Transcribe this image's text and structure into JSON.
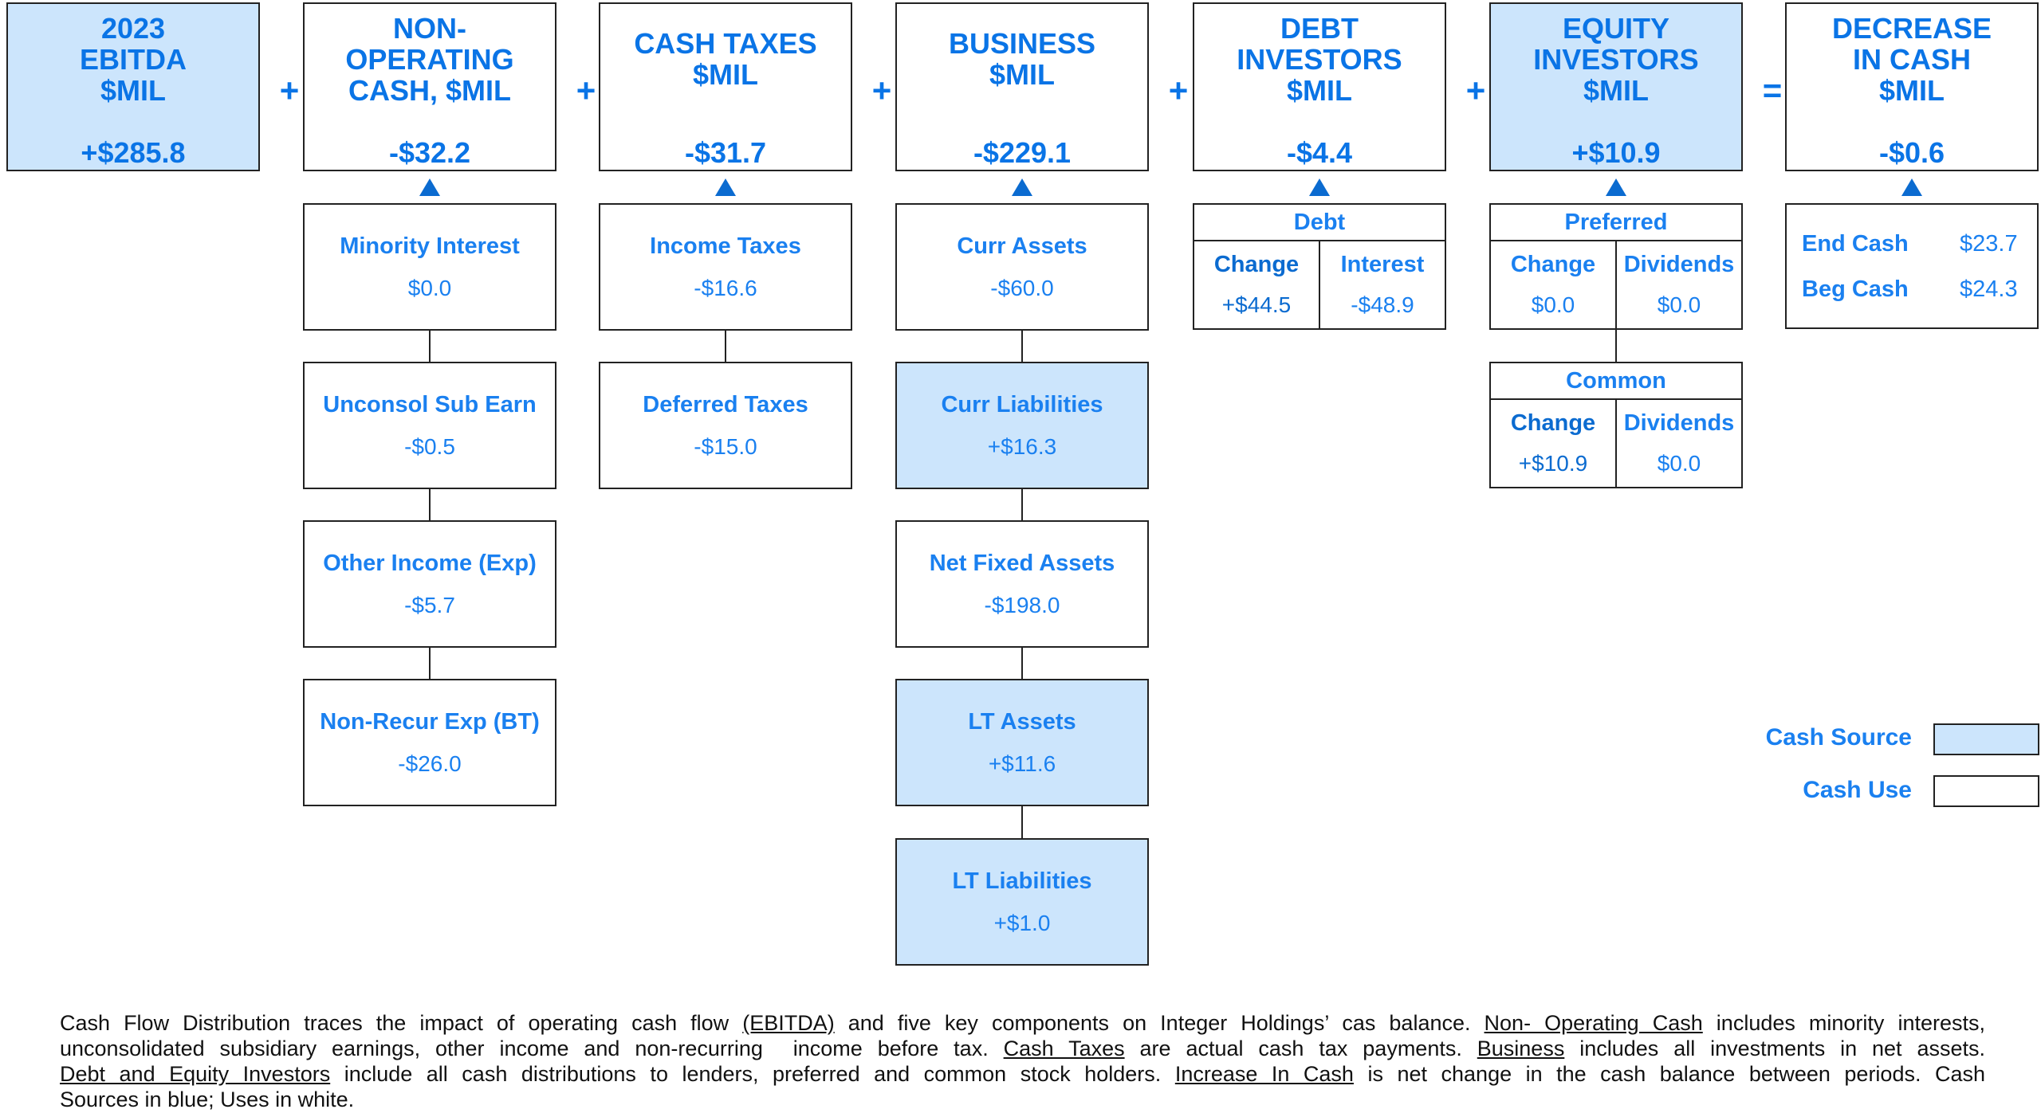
{
  "colors": {
    "source_fill": "#cce5fc",
    "text_blue": "#1a80f0",
    "heading_blue": "#0a74e6",
    "arrow": "#0b6bd0"
  },
  "top": [
    {
      "title": "2023\nEBITDA\n$MIL",
      "value": "+$285.8",
      "source": true
    },
    {
      "title": "NON-\nOPERATING\nCASH, $MIL",
      "value": "-$32.2",
      "source": false
    },
    {
      "title": "CASH TAXES\n$MIL",
      "value": "-$31.7",
      "source": false
    },
    {
      "title": "BUSINESS\n$MIL",
      "value": "-$229.1",
      "source": false
    },
    {
      "title": "DEBT\nINVESTORS\n$MIL",
      "value": "-$4.4",
      "source": false
    },
    {
      "title": "EQUITY\nINVESTORS\n$MIL",
      "value": "+$10.9",
      "source": true
    },
    {
      "title": "DECREASE\nIN CASH\n$MIL",
      "value": "-$0.6",
      "source": false
    }
  ],
  "operators": [
    "+",
    "+",
    "+",
    "+",
    "+",
    "="
  ],
  "non_operating": [
    {
      "label": "Minority Interest",
      "value": "$0.0",
      "source": false
    },
    {
      "label": "Unconsol Sub Earn",
      "value": "-$0.5",
      "source": false
    },
    {
      "label": "Other Income (Exp)",
      "value": "-$5.7",
      "source": false
    },
    {
      "label": "Non-Recur Exp (BT)",
      "value": "-$26.0",
      "source": false
    }
  ],
  "cash_taxes": [
    {
      "label": "Income Taxes",
      "value": "-$16.6",
      "source": false
    },
    {
      "label": "Deferred Taxes",
      "value": "-$15.0",
      "source": false
    }
  ],
  "business": [
    {
      "label": "Curr Assets",
      "value": "-$60.0",
      "source": false
    },
    {
      "label": "Curr Liabilities",
      "value": "+$16.3",
      "source": true
    },
    {
      "label": "Net Fixed Assets",
      "value": "-$198.0",
      "source": false
    },
    {
      "label": "LT Assets",
      "value": "+$11.6",
      "source": true
    },
    {
      "label": "LT Liabilities",
      "value": "+$1.0",
      "source": true
    }
  ],
  "debt": {
    "title": "Debt",
    "cells": [
      {
        "label": "Change",
        "value": "+$44.5",
        "source": true
      },
      {
        "label": "Interest",
        "value": "-$48.9",
        "source": false
      }
    ]
  },
  "preferred": {
    "title": "Preferred",
    "cells": [
      {
        "label": "Change",
        "value": "$0.0",
        "source": false
      },
      {
        "label": "Dividends",
        "value": "$0.0",
        "source": false
      }
    ]
  },
  "common": {
    "title": "Common",
    "cells": [
      {
        "label": "Change",
        "value": "+$10.9",
        "source": true
      },
      {
        "label": "Dividends",
        "value": "$0.0",
        "source": false
      }
    ]
  },
  "cash": {
    "end_label": "End Cash",
    "end_value": "$23.7",
    "beg_label": "Beg Cash",
    "beg_value": "$24.3"
  },
  "legend": {
    "source": "Cash Source",
    "use": "Cash Use"
  },
  "footer": [
    [
      {
        "t": "Cash Flow Distribution traces the impact of operating cash flow "
      },
      {
        "t": "(EBITDA)",
        "u": true
      },
      {
        "t": " and five key components on Integer Holdings’ cas balance. "
      },
      {
        "t": "Non- Operating Cash",
        "u": true
      },
      {
        "t": " includes minority interests,"
      }
    ],
    [
      {
        "t": "unconsolidated subsidiary earnings, other income and non-recurring  income before tax. "
      },
      {
        "t": "Cash Taxes",
        "u": true
      },
      {
        "t": " are actual cash tax payments. "
      },
      {
        "t": "Business",
        "u": true
      },
      {
        "t": " includes all investments in net assets."
      }
    ],
    [
      {
        "t": "Debt and Equity Investors",
        "u": true
      },
      {
        "t": " include all cash distributions to lenders, preferred and common stock holders. "
      },
      {
        "t": "Increase In Cash",
        "u": true
      },
      {
        "t": " is net change in the cash balance between periods. Cash"
      }
    ],
    [
      {
        "t": "Sources in blue; Uses in white."
      }
    ]
  ]
}
